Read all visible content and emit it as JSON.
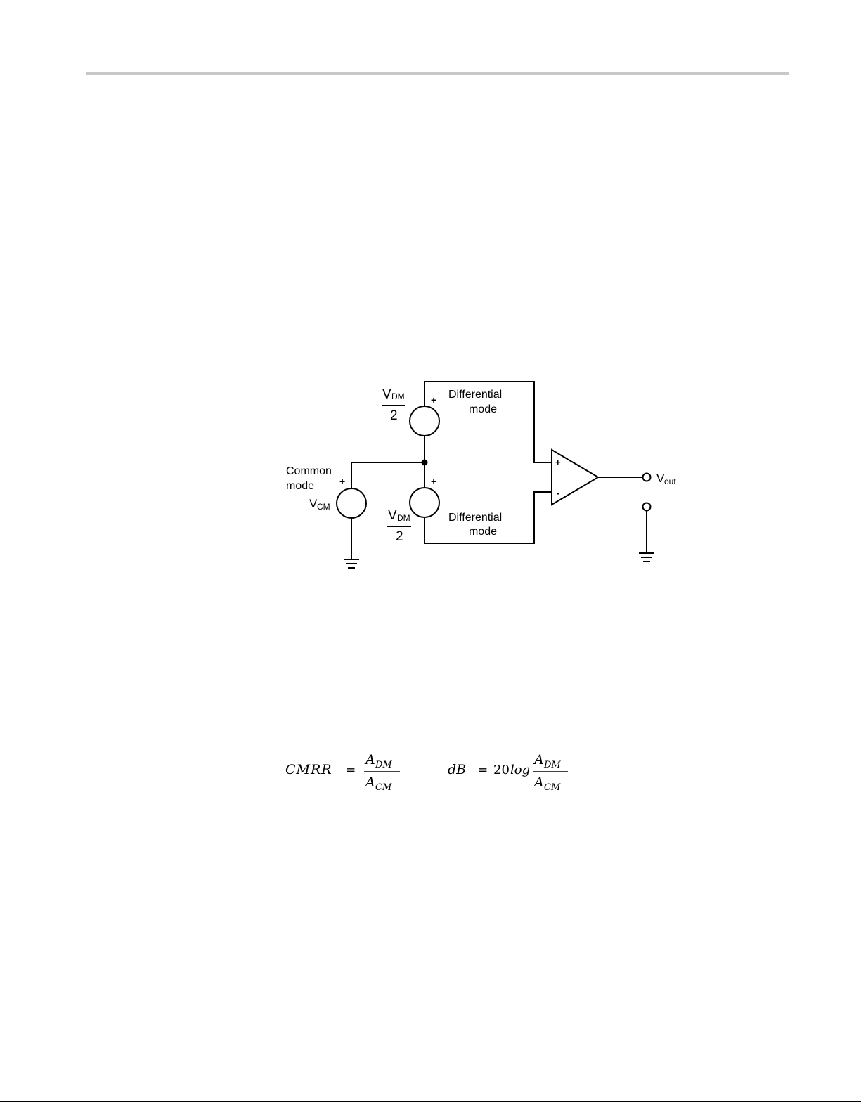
{
  "diagram": {
    "source_top": {
      "numerator_main": "V",
      "numerator_sub": "DM",
      "denominator": "2",
      "plus": "+"
    },
    "source_bottom": {
      "numerator_main": "V",
      "numerator_sub": "DM",
      "denominator": "2",
      "plus": "+"
    },
    "source_common": {
      "label_main": "V",
      "label_sub": "CM",
      "plus": "+"
    },
    "label_diff_top": {
      "line1": "Differential",
      "line2": "mode"
    },
    "label_diff_bottom": {
      "line1": "Differential",
      "line2": "mode"
    },
    "label_common": {
      "line1": "Common",
      "line2": "mode"
    },
    "opamp": {
      "plus": "+",
      "minus": "-"
    },
    "output": {
      "label_main": "V",
      "label_sub": "out"
    }
  },
  "equations": {
    "cmrr": {
      "lhs": "CMRR",
      "eq": "=",
      "num_main": "A",
      "num_sub": "DM",
      "den_main": "A",
      "den_sub": "CM"
    },
    "db": {
      "lhs": "dB",
      "eq": "=",
      "coef": "20",
      "func": "log",
      "num_main": "A",
      "num_sub": "DM",
      "den_main": "A",
      "den_sub": "CM"
    }
  }
}
